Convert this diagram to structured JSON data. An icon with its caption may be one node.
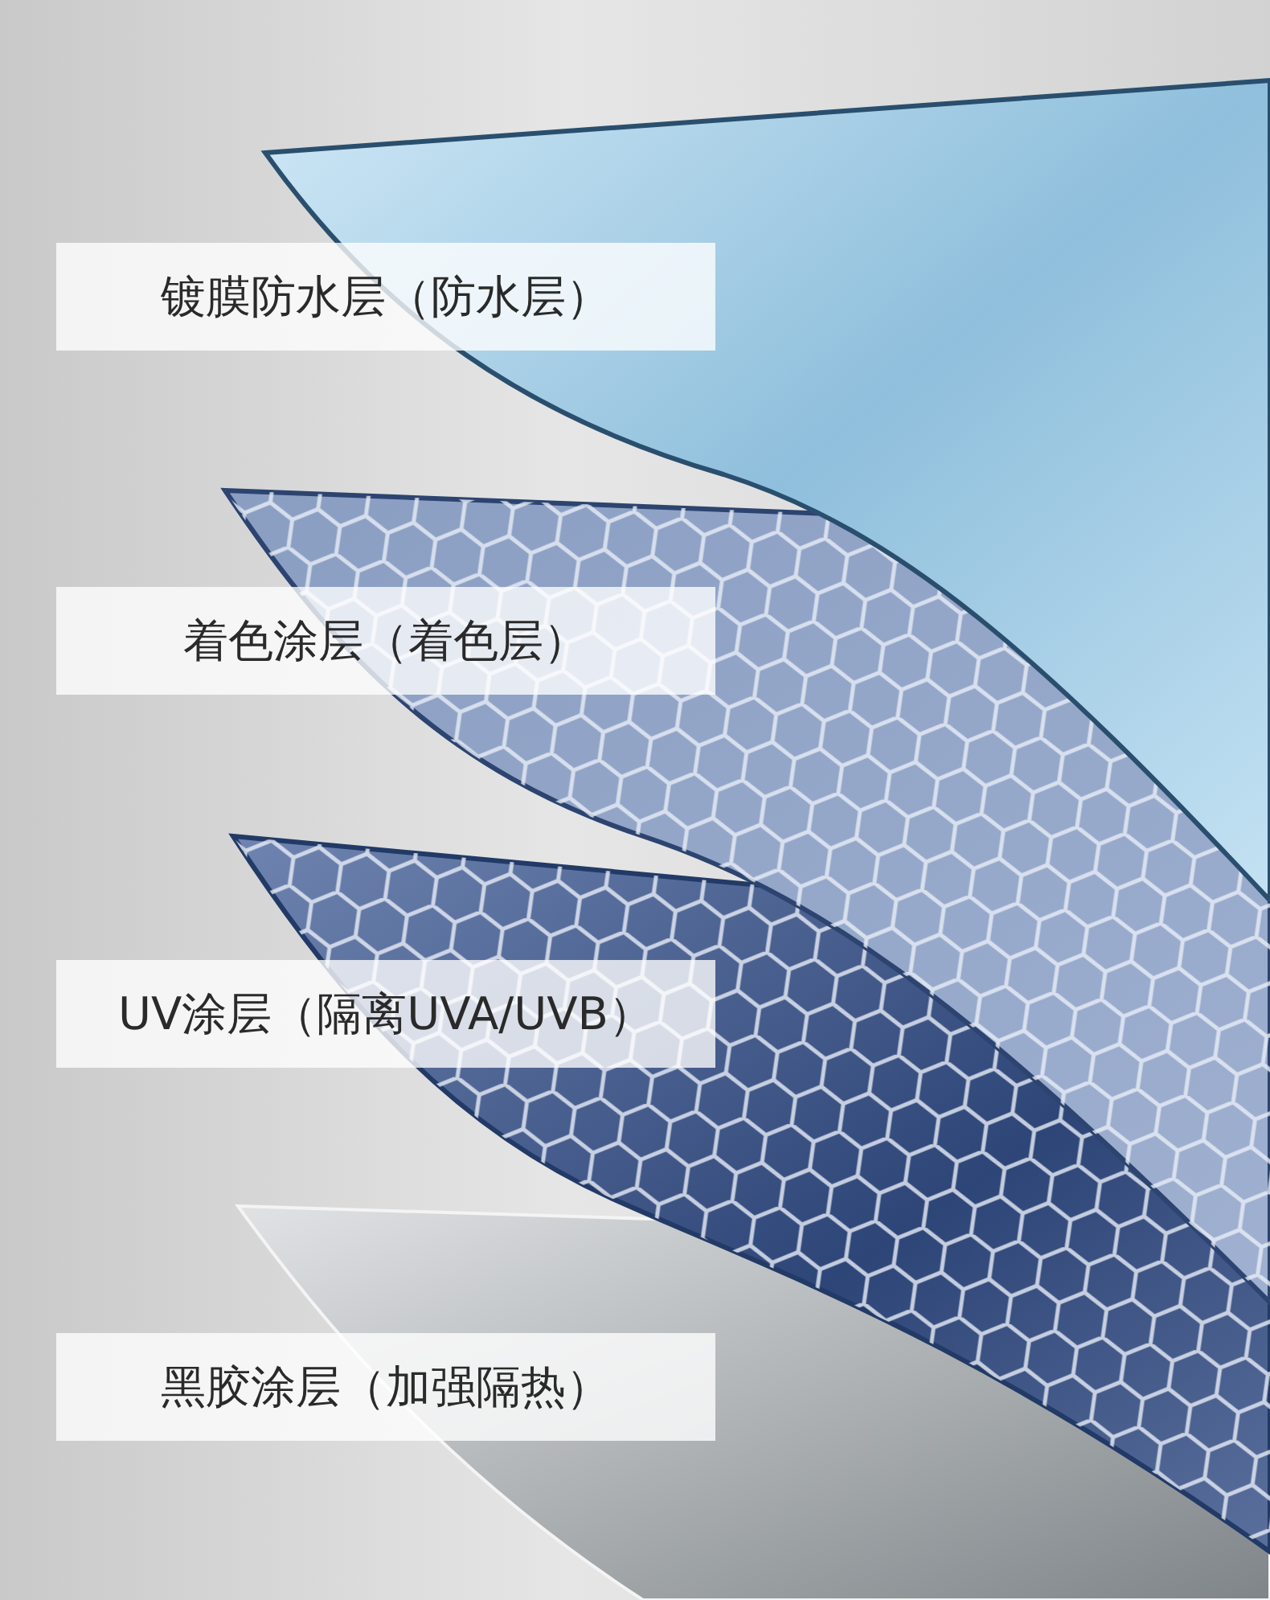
{
  "diagram": {
    "nodes": [
      {
        "text": [
          "镀膜防水层（防水层）"
        ]
      },
      {
        "text": [
          "着色涂层（着色层）"
        ]
      },
      {
        "text": [
          "UV涂层（隔离UVA/UVB）"
        ]
      },
      {
        "text": [
          "黑胶涂层（加强隔热）"
        ]
      }
    ]
  }
}
